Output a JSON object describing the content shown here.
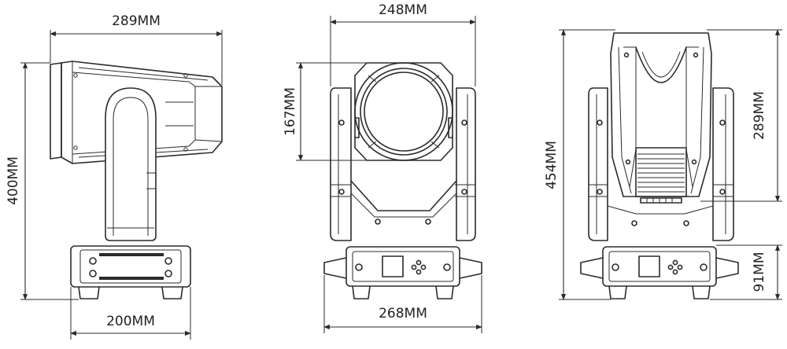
{
  "views": {
    "side": {
      "top_width": "289MM",
      "height": "400MM",
      "base_width": "200MM"
    },
    "front": {
      "top_width": "248MM",
      "lens_height": "167MM",
      "base_width": "268MM"
    },
    "back": {
      "total_height": "454MM",
      "head_height": "289MM",
      "base_height": "91MM"
    }
  },
  "colors": {
    "line": "#2b2b2b",
    "background": "#ffffff"
  }
}
